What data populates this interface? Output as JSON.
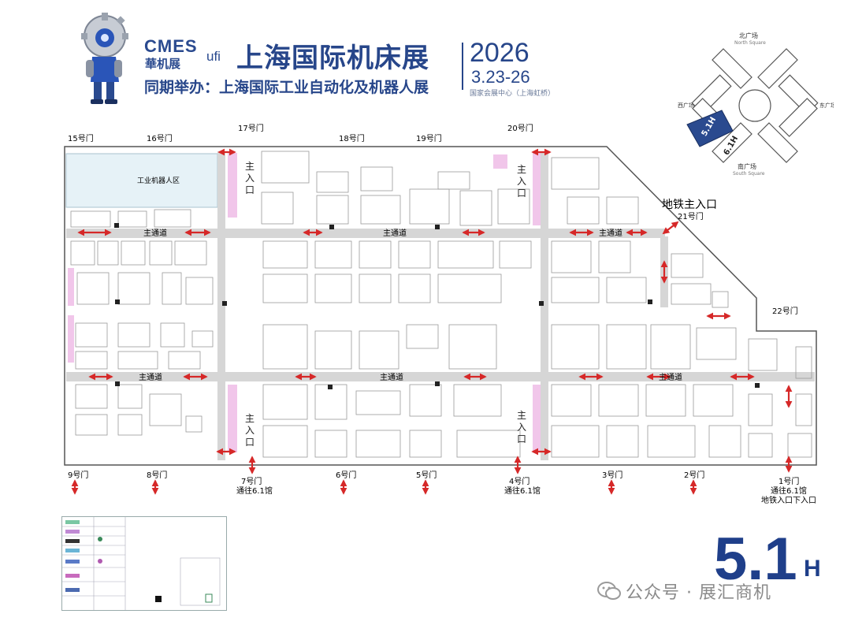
{
  "header": {
    "cmes": "CMES",
    "cmes_cn": "華机展",
    "ufi": "ufi",
    "title": "上海国际机床展",
    "subtitle": "同期举办：上海国际工业自动化及机器人展",
    "year": "2026",
    "dates": "3.23-26",
    "venue": "国家会展中心（上海虹桥）"
  },
  "locator": {
    "north": "北广场",
    "north_en": "North Square",
    "south": "南广场",
    "south_en": "South Square",
    "west": "西广场",
    "east": "东广场",
    "hall_51": "5.1H",
    "hall_61": "6.1H"
  },
  "doors": {
    "d15": "15号门",
    "d16": "16号门",
    "d17": "17号门",
    "d18": "18号门",
    "d19": "19号门",
    "d20": "20号门",
    "d21": "21号门",
    "d22": "22号门",
    "d9": "9号门",
    "d8": "8号门",
    "d7": "7号门",
    "d6": "6号门",
    "d5": "5号门",
    "d4": "4号门",
    "d3": "3号门",
    "d2": "2号门",
    "d1": "1号门",
    "to61_a": "通往6.1馆",
    "to61_b": "通往6.1馆",
    "to_metro": "通往6.1馆",
    "metro_sub": "地铁入口下入口"
  },
  "labels": {
    "metro_main": "地铁主入口",
    "main_entry": "主入口",
    "main_aisle": "主通道",
    "zone": "工业机器人区",
    "watermark": "公众号 · 展汇商机"
  },
  "hall": {
    "number": "5.1",
    "suffix": "H"
  },
  "colors": {
    "brand": "#27468a",
    "door_arrow": "#d62828",
    "aisle": "#d6d6d6",
    "pink": "#f1c6ea",
    "zone": "#e6f2f7"
  },
  "icons": {
    "mascot": "robot-mascot-icon",
    "arrow": "double-arrow-icon",
    "wechat": "wechat-icon"
  }
}
